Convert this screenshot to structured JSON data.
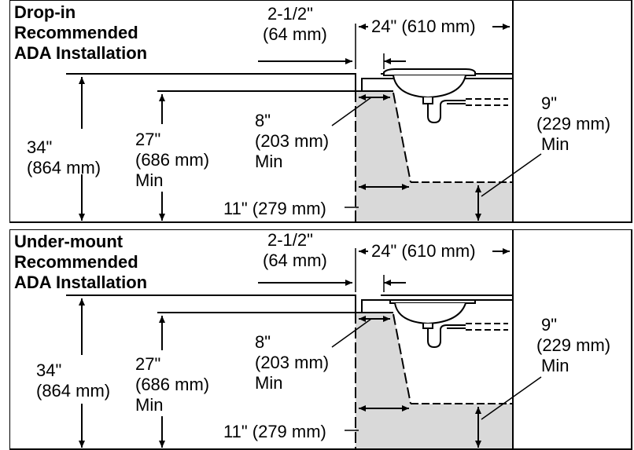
{
  "panels": [
    {
      "title_lines": [
        "Drop-in",
        "Recommended",
        "ADA Installation"
      ],
      "labels": {
        "overhang_top": "2-1/2\"",
        "overhang_bottom": "(64 mm)",
        "bowl_depth": "24\" (610 mm)",
        "counter_height_top": "34\"",
        "counter_height_bottom": "(864 mm)",
        "knee_height_top": "27\"",
        "knee_height_mid": "(686 mm)",
        "knee_height_bottom": "Min",
        "knee_depth_top": "8\"",
        "knee_depth_mid": "(203 mm)",
        "knee_depth_bottom": "Min",
        "toe_depth": "11\" (279 mm)",
        "toe_height_top": "9\"",
        "toe_height_mid": "(229 mm)",
        "toe_height_bottom": "Min"
      }
    },
    {
      "title_lines": [
        "Under-mount",
        "Recommended",
        "ADA Installation"
      ],
      "labels": {
        "overhang_top": "2-1/2\"",
        "overhang_bottom": "(64 mm)",
        "bowl_depth": "24\" (610 mm)",
        "counter_height_top": "34\"",
        "counter_height_bottom": "(864 mm)",
        "knee_height_top": "27\"",
        "knee_height_mid": "(686 mm)",
        "knee_height_bottom": "Min",
        "knee_depth_top": "8\"",
        "knee_depth_mid": "(203 mm)",
        "knee_depth_bottom": "Min",
        "toe_depth": "11\" (279 mm)",
        "toe_height_top": "9\"",
        "toe_height_mid": "(229 mm)",
        "toe_height_bottom": "Min"
      }
    }
  ],
  "colors": {
    "line": "#000000",
    "clearance_fill": "#d9d9d9",
    "background": "#ffffff"
  }
}
